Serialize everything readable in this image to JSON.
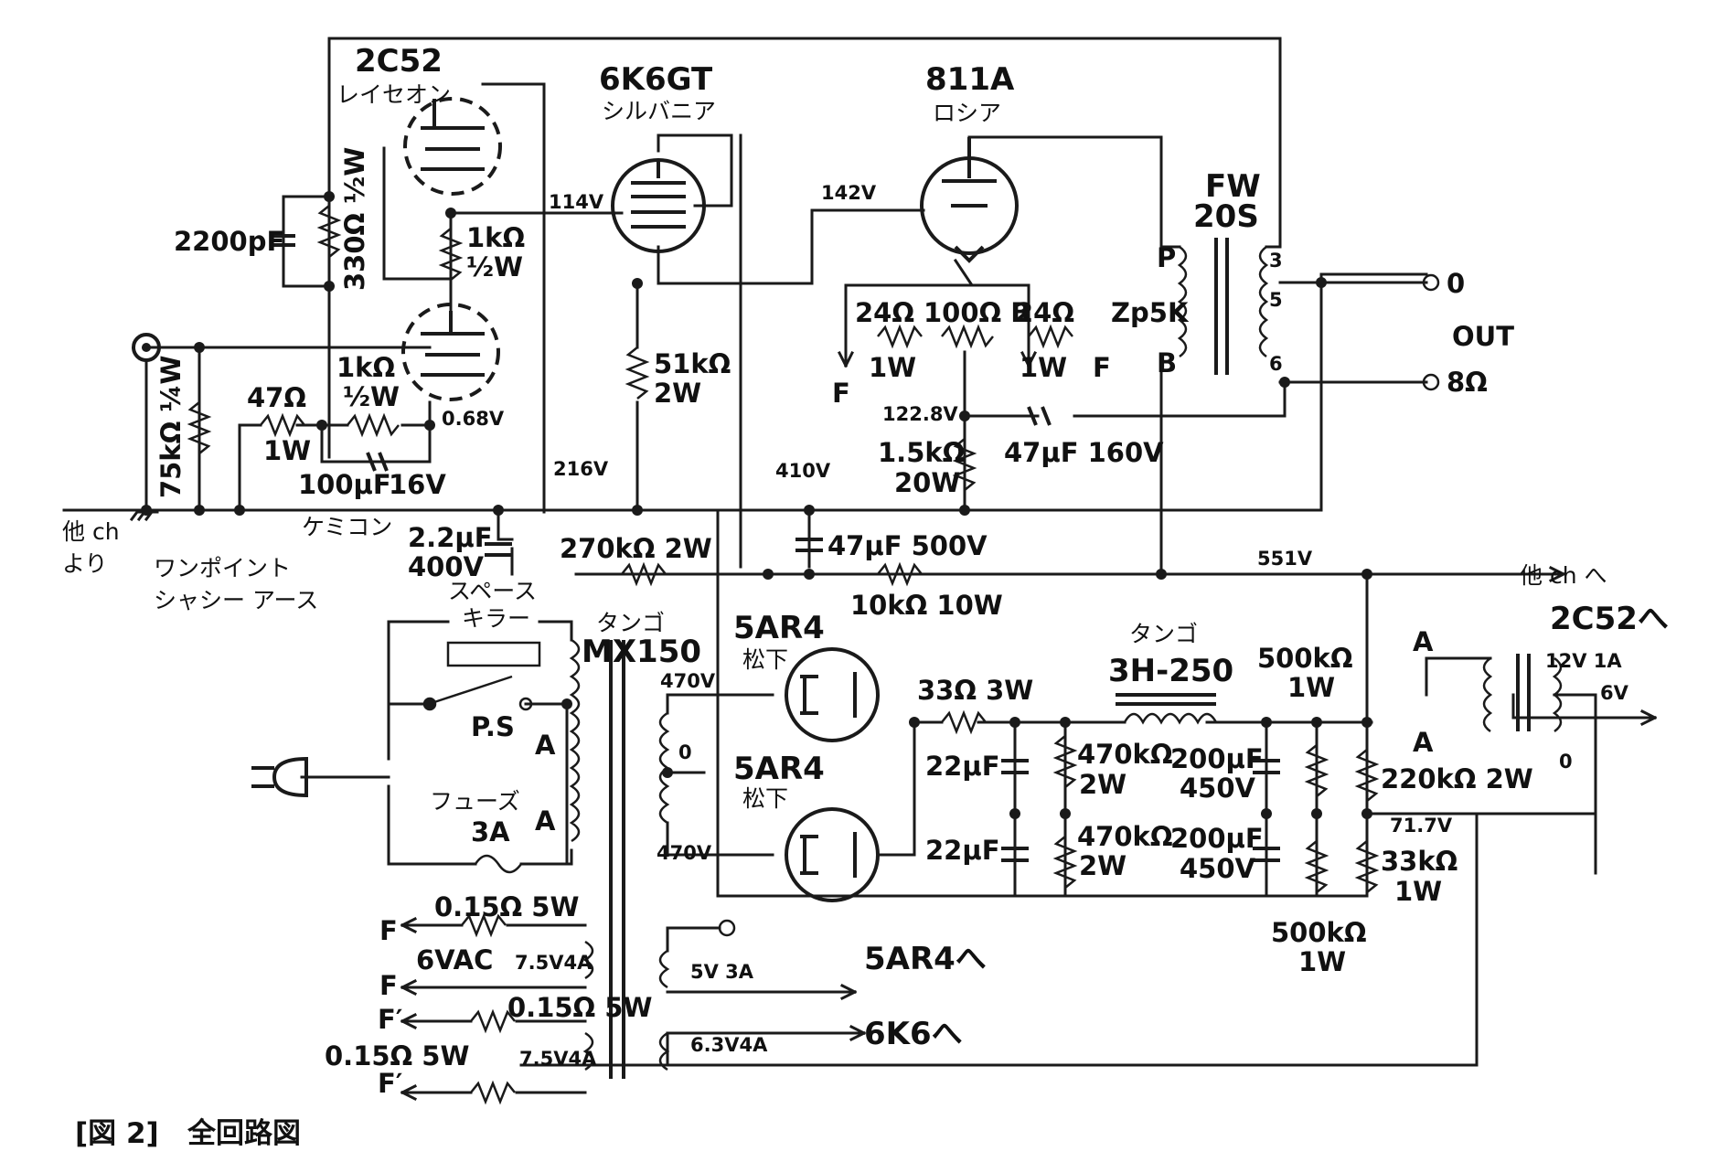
{
  "tubes": {
    "v1_type": "2C52",
    "v1_maker": "レイセオン",
    "v2_type": "6K6GT",
    "v2_maker": "シルバニア",
    "v3_type": "811A",
    "v3_maker": "ロシア",
    "rect1_type": "5AR4",
    "rect1_maker": "松下",
    "rect2_type": "5AR4",
    "rect2_maker": "松下"
  },
  "components": {
    "c_2200": "2200pF",
    "r_330": "330Ω ½W",
    "r_1k_a": "1kΩ",
    "r_1k_a_w": "½W",
    "r_1k_b": "1kΩ",
    "r_1k_b_w": "½W",
    "r_75k": "75kΩ ¼W",
    "r_47": "47Ω",
    "r_47_w": "1W",
    "c_100u": "100μF",
    "c_100u_v": "16V",
    "r_51k": "51kΩ",
    "r_51k_w": "2W",
    "r_24a": "24Ω",
    "r_24a_w": "1W",
    "r_100b": "100Ω B",
    "r_24b": "24Ω",
    "r_24b_w": "1W",
    "r_1_5k": "1.5kΩ",
    "r_1_5k_w": "20W",
    "c_47u_160": "47μF 160V",
    "c_2_2u": "2.2μF",
    "c_2_2u_v": "400V",
    "chemicon": "ケミコン",
    "r_270k": "270kΩ 2W",
    "c_47u_500": "47μF 500V",
    "r_10k": "10kΩ 10W",
    "r_33": "33Ω 3W",
    "c_22u_a": "22μF",
    "c_22u_b": "22μF",
    "r_470k_a": "470kΩ",
    "r_470k_a_w": "2W",
    "r_470k_b": "470kΩ",
    "r_470k_b_w": "2W",
    "c_200u_a": "200μF",
    "c_200u_a_v": "450V",
    "c_200u_b": "200μF",
    "c_200u_b_v": "450V",
    "r_500k_a": "500kΩ",
    "r_500k_a_w": "1W",
    "r_500k_b": "500kΩ",
    "r_500k_b_w": "1W",
    "r_220k": "220kΩ 2W",
    "r_33k": "33kΩ",
    "r_33k_w": "1W",
    "choke_maker": "タンゴ",
    "choke_type": "3H-250",
    "spark_killer_1": "スペース",
    "spark_killer_2": "キラー",
    "ps": "P.S",
    "fuse": "フューズ",
    "fuse_val": "3A",
    "r_015_a": "0.15Ω 5W",
    "r_015_b": "0.15Ω 5W",
    "r_015_c": "0.15Ω 5W"
  },
  "transformers": {
    "out_type_1": "FW",
    "out_type_2": "20S",
    "out_p": "P",
    "out_b": "B",
    "out_zp": "Zp5K",
    "out_t3": "3",
    "out_t5": "5",
    "out_t6": "6",
    "pt_maker": "タンゴ",
    "pt_type": "MX150",
    "pt_470_a": "470V",
    "pt_0": "0",
    "pt_470_b": "470V",
    "pt_6vac": "6VAC",
    "pt_75v_a": "7.5V4A",
    "pt_75v_b": "7.5V4A",
    "pt_5v": "5V 3A",
    "pt_63v": "6.3V4A",
    "ht_12v": "12V 1A",
    "ht_6v": "6V",
    "ht_0": "0"
  },
  "voltages": {
    "v_114": "114V",
    "v_142": "142V",
    "v_068": "0.68V",
    "v_216": "216V",
    "v_410": "410V",
    "v_1228": "122.8V",
    "v_551": "551V",
    "v_717": "71.7V"
  },
  "labels": {
    "other_ch_in_1": "他 ch",
    "other_ch_in_2": "より",
    "ground_1": "ワンポイント",
    "ground_2": "シャシー アース",
    "other_ch_out": "他 ch へ",
    "to_2c52": "2C52へ",
    "to_5ar4": "5AR4へ",
    "to_6k6": "6K6へ",
    "out": "OUT",
    "out_0": "0",
    "out_8": "8Ω",
    "f": "F",
    "f_prime": "F′",
    "a": "A"
  },
  "caption": {
    "fig": "[図 2]",
    "title": "全回路図"
  }
}
